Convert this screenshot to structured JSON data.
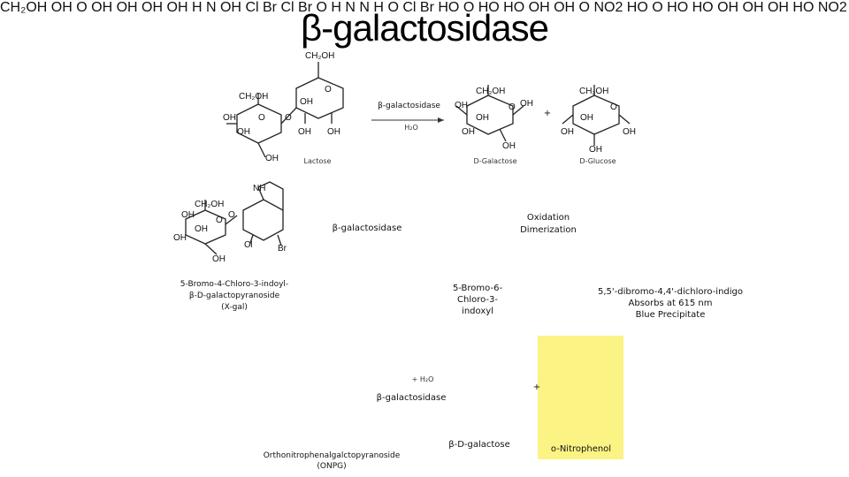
{
  "title": "β-galactosidase",
  "row1": {
    "enzyme_label": "β-galactosidase",
    "water": "H₂O",
    "plus": "+",
    "lactose": "Lactose",
    "galactose": "D-Galactose",
    "glucose": "D-Glucose"
  },
  "row2": {
    "enzyme_label": "β-galactosidase",
    "oxidation": "Oxidation",
    "dimerization": "Dimerization",
    "xgal_line1": "5-Bromo-4-Chloro-3-indoyl-",
    "xgal_line2": "β-D-galactopyranoside",
    "xgal_line3": "(X-gal)",
    "indoxyl_line1": "5-Bromo-6-",
    "indoxyl_line2": "Chloro-3-",
    "indoxyl_line3": "indoxyl",
    "indigo_line1": "5,5'-dibromo-4,4'-dichloro-indigo",
    "indigo_line2": "Absorbs at 615 nm",
    "indigo_line3": "Blue Precipitate"
  },
  "row3": {
    "water": "+ H₂O",
    "enzyme_label": "β-galactosidase",
    "plus": "+",
    "onpg_line1": "Orthonitrophenalgalctopyranoside",
    "onpg_line2": "(ONPG)",
    "galactose": "β-D-galactose",
    "nitrophenol": "o-Nitrophenol"
  },
  "colors": {
    "highlight": "#fbf383",
    "arrow": "#000000",
    "structure": "#222222"
  }
}
